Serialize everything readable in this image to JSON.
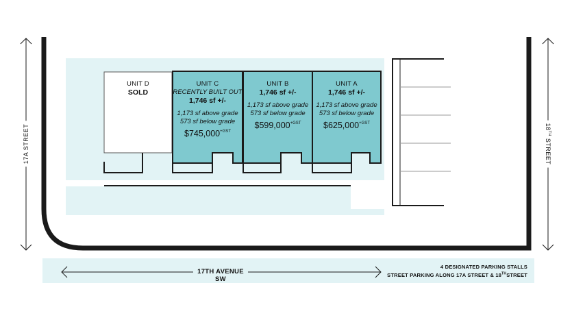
{
  "colors": {
    "unit_fill": "#7fc9cf",
    "sidewalk": "#e2f3f5",
    "ink": "#1a1a1a"
  },
  "units": {
    "d": {
      "name": "UNIT D",
      "status": "SOLD"
    },
    "c": {
      "name": "UNIT C",
      "note": "RECENTLY BUILT OUT",
      "size": "1,746 sf +/-",
      "above": "1,173 sf above grade",
      "below": "573 sf below grade",
      "price": "$745,000",
      "tax": "+GST"
    },
    "b": {
      "name": "UNIT B",
      "size": "1,746 sf +/-",
      "above": "1,173 sf above grade",
      "below": "573 sf below grade",
      "price": "$599,000",
      "tax": "+GST"
    },
    "a": {
      "name": "UNIT A",
      "size": "1,746 sf +/-",
      "above": "1,173 sf above grade",
      "below": "573 sf below grade",
      "price": "$625,000",
      "tax": "+GST"
    }
  },
  "streets": {
    "left": "17A STREET",
    "right_pre": "18",
    "right_sup": "TH",
    "right_post": " STREET",
    "bottom": "17TH AVENUE SW"
  },
  "parking": {
    "line1": "4 DESIGNATED PARKING STALLS",
    "line2_pre": "STREET PARKING ALONG 17A STREET & 18",
    "line2_sup": "TH",
    "line2_post": "STREET"
  }
}
